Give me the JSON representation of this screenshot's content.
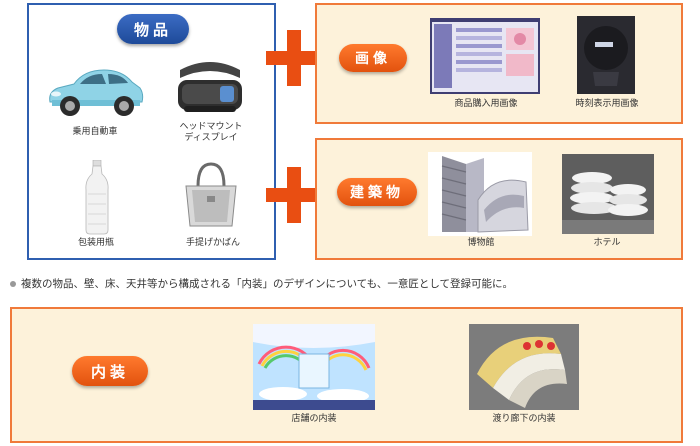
{
  "goods": {
    "title": "物品",
    "items": [
      {
        "label": "乗用自動車"
      },
      {
        "label": "ヘッドマウント\nディスプレイ"
      },
      {
        "label": "包装用瓶"
      },
      {
        "label": "手提げかばん"
      }
    ]
  },
  "images": {
    "title": "画像",
    "items": [
      {
        "label": "商品購入用画像"
      },
      {
        "label": "時刻表示用画像"
      }
    ]
  },
  "buildings": {
    "title": "建築物",
    "items": [
      {
        "label": "博物館"
      },
      {
        "label": "ホテル"
      }
    ]
  },
  "note": "複数の物品、壁、床、天井等から構成される「内装」のデザインについても、一意匠として登録可能に。",
  "interior": {
    "title": "内装",
    "items": [
      {
        "label": "店舗の内装"
      },
      {
        "label": "渡り廊下の内装"
      }
    ]
  },
  "colors": {
    "blue_border": "#2f5fb0",
    "orange_border": "#f07a3a",
    "orange_fill": "#fdf2da",
    "plus": "#e94e12"
  }
}
